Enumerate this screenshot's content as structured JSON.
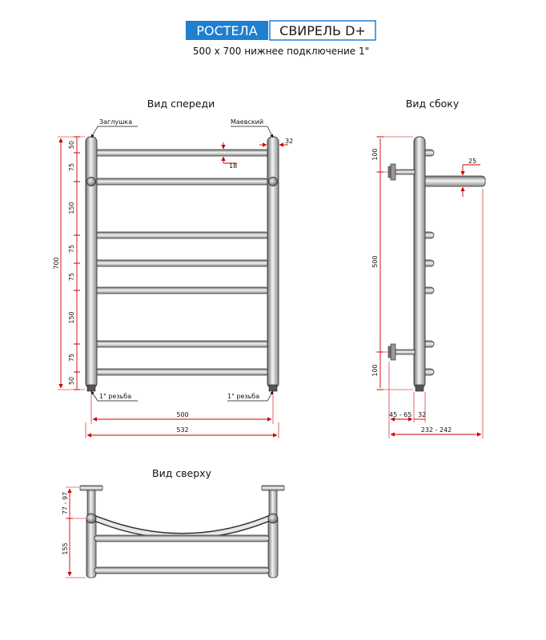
{
  "header": {
    "brand": "РОСТЕЛА",
    "model": "СВИРЕЛЬ D+",
    "subtitle": "500 x 700 нижнее подключение 1\"",
    "brand_color": "#1f7fd1"
  },
  "front_view": {
    "title": "Вид спереди",
    "labels": {
      "cap": "Заглушка",
      "mayevsky": "Маевский",
      "thread_left": "1\" резьба",
      "thread_right": "1\" резьба"
    },
    "dims": {
      "total_height": "700",
      "segments": [
        "50",
        "75",
        "150",
        "75",
        "75",
        "150",
        "75",
        "50"
      ],
      "post_diameter": "32",
      "rung_diameter": "18",
      "center_width": "500",
      "total_width": "532"
    }
  },
  "side_view": {
    "title": "Вид сбоку",
    "dims": {
      "top": "100",
      "middle": "500",
      "bottom": "100",
      "rung_diameter": "25",
      "bracket_offset": "45 - 65",
      "post": "32",
      "depth": "232 - 242"
    }
  },
  "top_view": {
    "title": "Вид сверху",
    "dims": {
      "wall_offset": "77 - 97",
      "depth": "155"
    }
  },
  "colors": {
    "dimension": "#cc0000",
    "metal_light": "#f2f2f2",
    "metal_dark": "#7a7a7a"
  }
}
